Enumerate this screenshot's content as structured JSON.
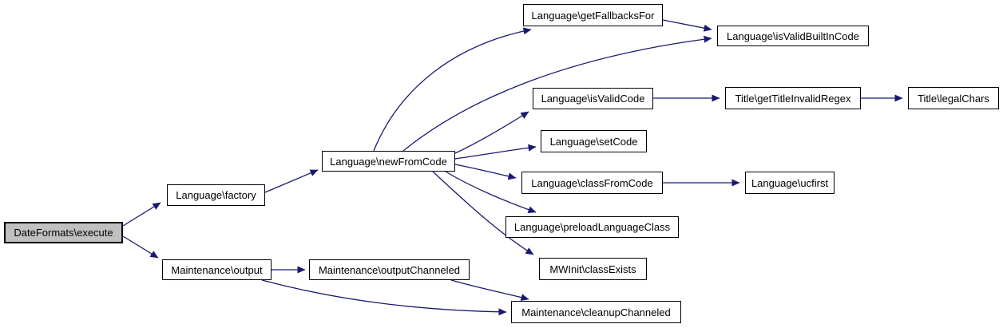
{
  "diagram": {
    "type": "call-graph",
    "background_color": "#ffffff",
    "edge_color": "#191970",
    "node_border_color": "#000000",
    "node_fill_color": "#ffffff",
    "highlighted_node_fill_color": "#c0c0c0",
    "nodes": [
      {
        "id": "execute",
        "label": "DateFormats\\execute",
        "highlighted": true
      },
      {
        "id": "factory",
        "label": "Language\\factory",
        "highlighted": false
      },
      {
        "id": "output",
        "label": "Maintenance\\output",
        "highlighted": false
      },
      {
        "id": "newFromCode",
        "label": "Language\\newFromCode",
        "highlighted": false
      },
      {
        "id": "outputChanneled",
        "label": "Maintenance\\outputChanneled",
        "highlighted": false
      },
      {
        "id": "getFallbacksFor",
        "label": "Language\\getFallbacksFor",
        "highlighted": false
      },
      {
        "id": "isValidBuiltInCode",
        "label": "Language\\isValidBuiltInCode",
        "highlighted": false
      },
      {
        "id": "isValidCode",
        "label": "Language\\isValidCode",
        "highlighted": false
      },
      {
        "id": "getTitleInvalidRegex",
        "label": "Title\\getTitleInvalidRegex",
        "highlighted": false
      },
      {
        "id": "legalChars",
        "label": "Title\\legalChars",
        "highlighted": false
      },
      {
        "id": "setCode",
        "label": "Language\\setCode",
        "highlighted": false
      },
      {
        "id": "classFromCode",
        "label": "Language\\classFromCode",
        "highlighted": false
      },
      {
        "id": "ucfirst",
        "label": "Language\\ucfirst",
        "highlighted": false
      },
      {
        "id": "preloadLanguageClass",
        "label": "Language\\preloadLanguageClass",
        "highlighted": false
      },
      {
        "id": "classExists",
        "label": "MWInit\\classExists",
        "highlighted": false
      },
      {
        "id": "cleanupChanneled",
        "label": "Maintenance\\cleanupChanneled",
        "highlighted": false
      }
    ],
    "edges": [
      {
        "from": "execute",
        "to": "factory"
      },
      {
        "from": "execute",
        "to": "output"
      },
      {
        "from": "factory",
        "to": "newFromCode"
      },
      {
        "from": "output",
        "to": "outputChanneled"
      },
      {
        "from": "output",
        "to": "cleanupChanneled"
      },
      {
        "from": "outputChanneled",
        "to": "cleanupChanneled"
      },
      {
        "from": "newFromCode",
        "to": "getFallbacksFor"
      },
      {
        "from": "newFromCode",
        "to": "isValidBuiltInCode"
      },
      {
        "from": "getFallbacksFor",
        "to": "isValidBuiltInCode"
      },
      {
        "from": "newFromCode",
        "to": "isValidCode"
      },
      {
        "from": "newFromCode",
        "to": "setCode"
      },
      {
        "from": "newFromCode",
        "to": "classFromCode"
      },
      {
        "from": "newFromCode",
        "to": "preloadLanguageClass"
      },
      {
        "from": "newFromCode",
        "to": "classExists"
      },
      {
        "from": "isValidCode",
        "to": "getTitleInvalidRegex"
      },
      {
        "from": "getTitleInvalidRegex",
        "to": "legalChars"
      },
      {
        "from": "classFromCode",
        "to": "ucfirst"
      }
    ]
  }
}
